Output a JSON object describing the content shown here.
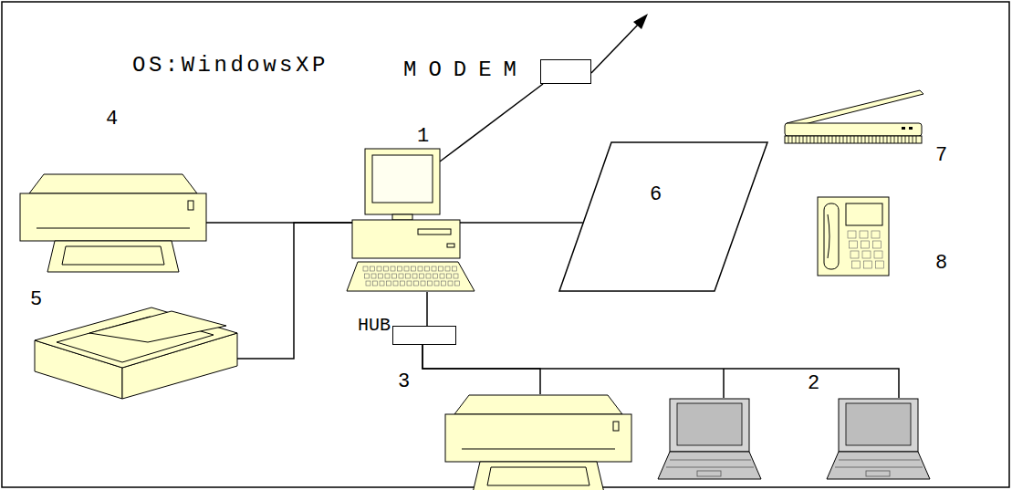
{
  "diagram": {
    "nodes": [
      {
        "text": [
          "MODEM"
        ]
      },
      {
        "text": [
          "1"
        ]
      },
      {
        "text": [
          "4"
        ]
      },
      {
        "text": [
          "6"
        ]
      },
      {
        "text": [
          "7"
        ]
      },
      {
        "text": [
          "8"
        ]
      },
      {
        "text": [
          "5"
        ]
      },
      {
        "text": [
          "HUB"
        ]
      },
      {
        "text": [
          "3"
        ]
      },
      {
        "text": [
          "2"
        ]
      }
    ],
    "edges": [
      {
        "from": 1,
        "to": 0,
        "arrow": "none"
      },
      {
        "from": 1,
        "to": 2,
        "arrow": "none"
      },
      {
        "from": 1,
        "to": 6,
        "arrow": "none"
      },
      {
        "from": 1,
        "to": 3,
        "arrow": "none"
      },
      {
        "from": 1,
        "to": 7,
        "arrow": "none"
      },
      {
        "from": 7,
        "to": 8,
        "arrow": "none"
      },
      {
        "from": 7,
        "to": 9,
        "arrow": "none"
      }
    ],
    "labels": [
      "OS:WindowsXP"
    ]
  }
}
